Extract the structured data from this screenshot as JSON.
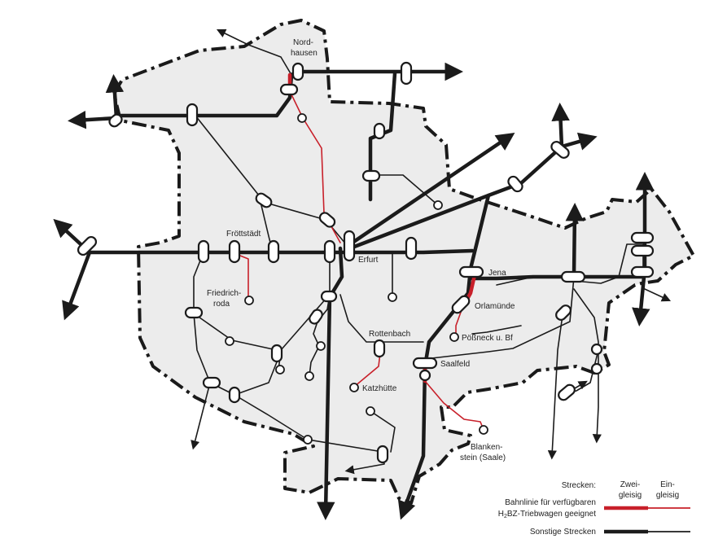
{
  "stations": {
    "nordhausen_1": "Nord-",
    "nordhausen_2": "hausen",
    "froettstaedt": "Fröttstädt",
    "friedrichroda_1": "Friedrich-",
    "friedrichroda_2": "roda",
    "erfurt": "Erfurt",
    "jena": "Jena",
    "orlamuende": "Orlamünde",
    "poessneck": "Pößneck u. Bf",
    "rottenbach": "Rottenbach",
    "saalfeld": "Saalfeld",
    "katzhuette": "Katzhütte",
    "blankenstein_1": "Blanken-",
    "blankenstein_2": "stein (Saale)"
  },
  "legend": {
    "strecken": "Strecken:",
    "zwei_1": "Zwei-",
    "zwei_2": "gleisig",
    "ein_1": "Ein-",
    "ein_2": "gleisig",
    "h2_line1": "Bahnlinie für verfügbaren",
    "h2_line2_pre": "H",
    "h2_line2_sub": "2",
    "h2_line2_post": "BZ-Triebwagen geeignet",
    "other": "Sonstige Strecken"
  },
  "colors": {
    "h2_line": "#c8202a",
    "other_line": "#1b1b1b",
    "region_fill": "#ececec"
  }
}
